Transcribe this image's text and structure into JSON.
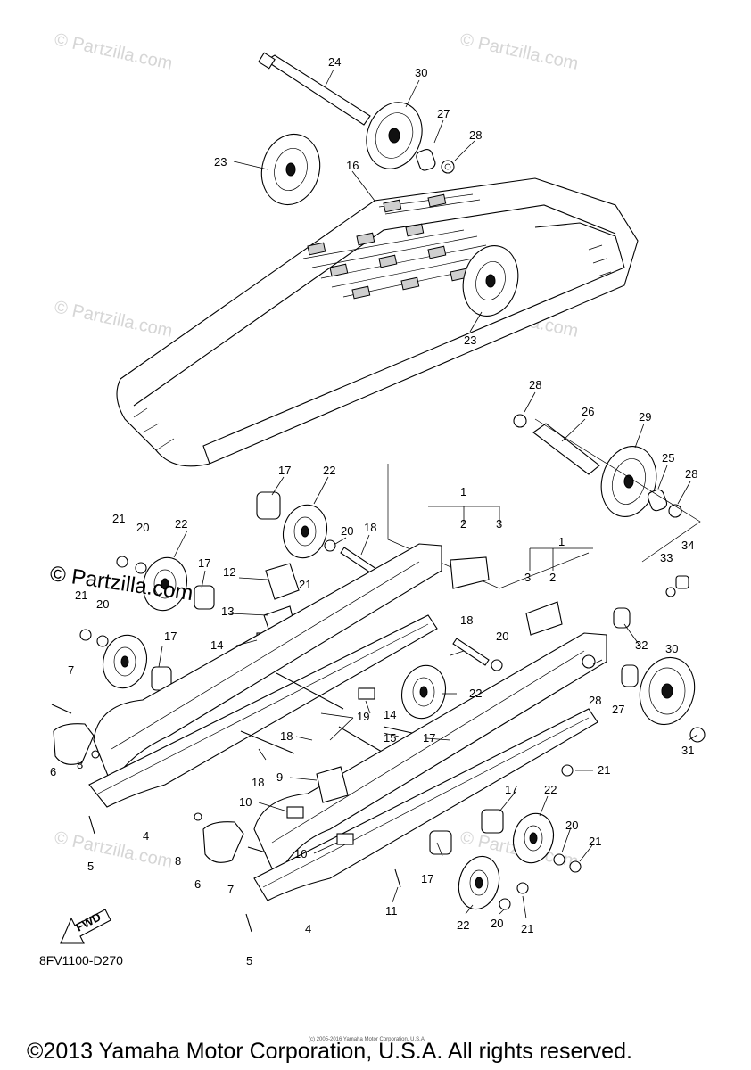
{
  "drawing_code": "8FV1100-D270",
  "copyright": "©2013 Yamaha Motor Corporation, U.S.A. All rights reserved.",
  "tiny_copyright": "(c) 2005-2016 Yamaha Motor Corporation, U.S.A.",
  "watermark": "© Partzilla.com",
  "partzilla_stamp": "© Partzilla.com",
  "fwd_label": "FWD",
  "callouts": {
    "c24": "24",
    "c30a": "30",
    "c27a": "27",
    "c28a": "28",
    "c23a": "23",
    "c16": "16",
    "c23b": "23",
    "c28b": "28",
    "c26": "26",
    "c29": "29",
    "c25": "25",
    "c28c": "28",
    "c17a": "17",
    "c22a": "22",
    "c20a": "20",
    "c18a": "18",
    "c1a": "1",
    "c2a": "2",
    "c3a": "3",
    "c21a": "21",
    "c20b": "20",
    "c22b": "22",
    "c17b": "17",
    "c12": "12",
    "c21b": "21",
    "c13": "13",
    "c14a": "14",
    "c21c": "21",
    "c20c": "20",
    "c17c": "17",
    "c1b": "1",
    "c3b": "3",
    "c2b": "2",
    "c33": "33",
    "c34": "34",
    "c18b": "18",
    "c20d": "20",
    "c32": "32",
    "c30b": "30",
    "c7a": "7",
    "c22c": "22",
    "c14b": "14",
    "c19": "19",
    "c28d": "28",
    "c27b": "27",
    "c15": "15",
    "c17d": "17",
    "c31": "31",
    "c18c": "18",
    "c18d": "18",
    "c6a": "6",
    "c8a": "8",
    "c9": "9",
    "c21d": "21",
    "c4a": "4",
    "c5a": "5",
    "c10a": "10",
    "c17e": "17",
    "c22d": "22",
    "c10b": "10",
    "c8b": "8",
    "c6b": "6",
    "c7b": "7",
    "c20e": "20",
    "c21e": "21",
    "c17f": "17",
    "c11": "11",
    "c22e": "22",
    "c20f": "20",
    "c21f": "21",
    "c4b": "4",
    "c5b": "5"
  }
}
